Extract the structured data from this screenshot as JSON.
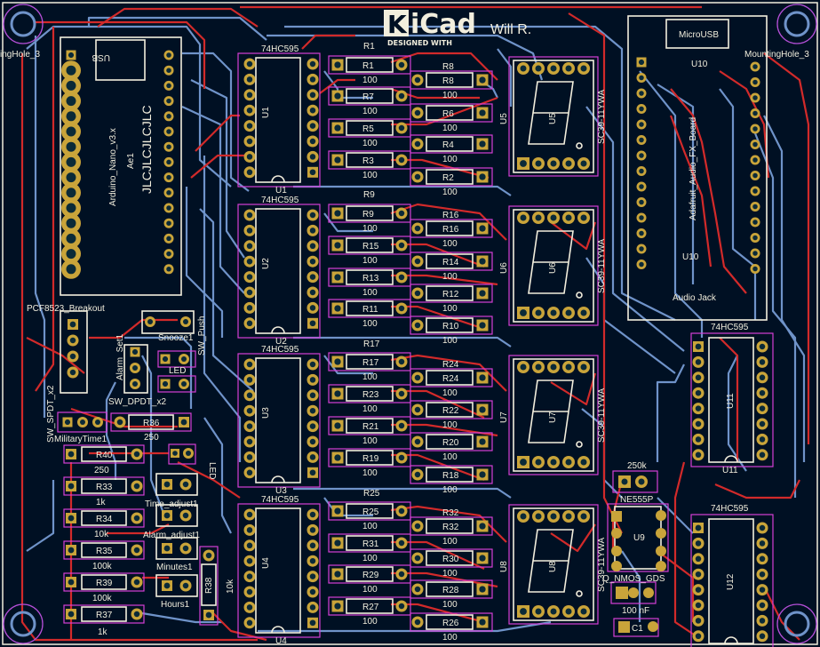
{
  "board": {
    "title_logo": "KiCad",
    "designed_with": "DESIGNED WITH",
    "author": "Will R.",
    "colors": {
      "background": "#001023",
      "copper_front": "#d22a2a",
      "copper_back": "#6f93c9",
      "silk": "#f2eedd",
      "pads": "#c9a43a",
      "courtyard": "#d63fd6"
    }
  },
  "labels": {
    "mh_left": "ingHole_3",
    "mh_right": "MountingHole_3",
    "usb": "USB",
    "nano_ref": "Ae1",
    "nano_val": "Arduino_Nano_v3.x",
    "jlc": "JLCJLCJLCJLC",
    "microusb": "MicroUSB",
    "u10": "U10",
    "u10b": "U10",
    "adafruit": "Adafruit_Audio_FX_Board",
    "audio_jack": "Audio Jack",
    "pcf": "PCF8523_Breakout",
    "spdt_left": "SW_SPDT_x2",
    "spdt_mid": "SW_DPDT_x2",
    "alarm_set": "Alarm_Set1",
    "snooze": "Snooze1",
    "sw_push": "SW_Push",
    "led_a": "LED",
    "led_b": "LED",
    "military": "MilitaryTime1",
    "r36": "R36",
    "r36v": "250",
    "r40": "R40",
    "r40v": "250",
    "r33": "R33",
    "r33v": "1k",
    "r34": "R34",
    "r34v": "10k",
    "r35": "R35",
    "r35v": "100k",
    "r39": "R39",
    "r39v": "100k",
    "r37": "R37",
    "r37v": "1k",
    "r38": "R38",
    "r38v": "10k",
    "time_adj": "Time_adjust1",
    "alarm_adj": "Alarm_adjust1",
    "minutes": "Minutes1",
    "hours": "Hours1",
    "chip": "74HC595",
    "u1": "U1",
    "u2": "U2",
    "u3": "U3",
    "u4": "U4",
    "u5": "U5",
    "u6": "U6",
    "u7": "U7",
    "u8": "U8",
    "u9": "U9",
    "u11": "U11",
    "u12": "U12",
    "disp": "SC39-11YWA",
    "ne555": "NE555P",
    "nmos": "Q_NMOS_GDS",
    "r250k": "250k",
    "c1": "C1",
    "c1v": "100 nF",
    "r100": "100",
    "resistors_col1": [
      "R1",
      "R7",
      "R5",
      "R3",
      "R9",
      "R15",
      "R13",
      "R11",
      "R17",
      "R23",
      "R21",
      "R19",
      "R25",
      "R31",
      "R29",
      "R27"
    ],
    "resistors_col2": [
      "R8",
      "R6",
      "R4",
      "R2",
      "R16",
      "R14",
      "R12",
      "R10",
      "R24",
      "R22",
      "R20",
      "R18",
      "R32",
      "R30",
      "R28",
      "R26"
    ],
    "top_labels_col1": [
      "R1",
      "R9",
      "R17",
      "R25"
    ],
    "top_labels_col2": [
      "R8",
      "R16",
      "R24",
      "R32"
    ]
  }
}
